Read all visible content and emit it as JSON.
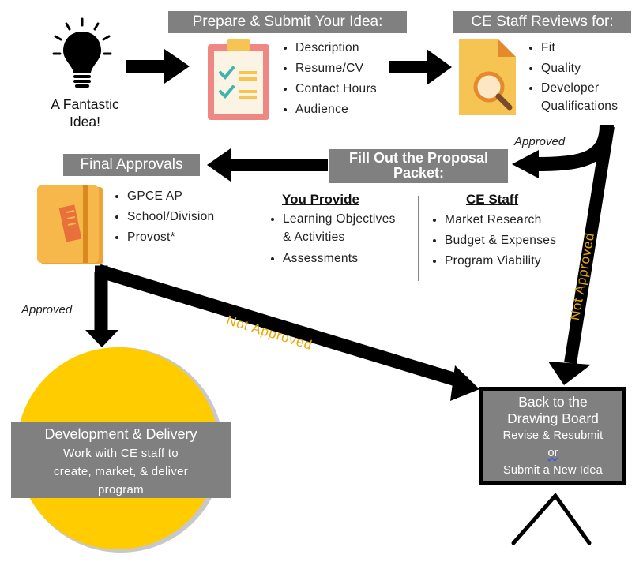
{
  "idea": {
    "label_line1": "A Fantastic",
    "label_line2": "Idea!"
  },
  "prepare": {
    "title": "Prepare & Submit Your Idea:",
    "items": [
      "Description",
      "Resume/CV",
      "Contact Hours",
      "Audience"
    ]
  },
  "review": {
    "title": "CE Staff Reviews for:",
    "items": [
      "Fit",
      "Quality",
      "Developer",
      "Qualifications"
    ]
  },
  "proposal": {
    "title_line1": "Fill Out the Proposal",
    "title_line2": "Packet:",
    "you_provide": {
      "heading": "You Provide",
      "items": [
        "Learning Objectives",
        "& Activities",
        "Assessments"
      ]
    },
    "ce_staff": {
      "heading": "CE Staff",
      "items": [
        "Market Research",
        "Budget & Expenses",
        "Program Viability"
      ]
    }
  },
  "final": {
    "title": "Final Approvals",
    "items": [
      "GPCE AP",
      "School/Division",
      "Provost*"
    ]
  },
  "labels": {
    "approved_right": "Approved",
    "approved_left": "Approved",
    "not_approved_vertical": "Not Approved",
    "not_approved_diagonal": "Not Approved"
  },
  "development": {
    "title": "Development & Delivery",
    "line1": "Work with CE staff to",
    "line2": "create, market, & deliver",
    "line3": "program"
  },
  "drawing_board": {
    "title_line1": "Back to the",
    "title_line2": "Drawing Board",
    "line1": "Revise & Resubmit",
    "line2": "or",
    "line3": "Submit a New Idea"
  },
  "colors": {
    "header_gray": "#808080",
    "circle_yellow": "#ffcc00",
    "not_approved_text": "#e8a800",
    "arrow_black": "#000000"
  }
}
